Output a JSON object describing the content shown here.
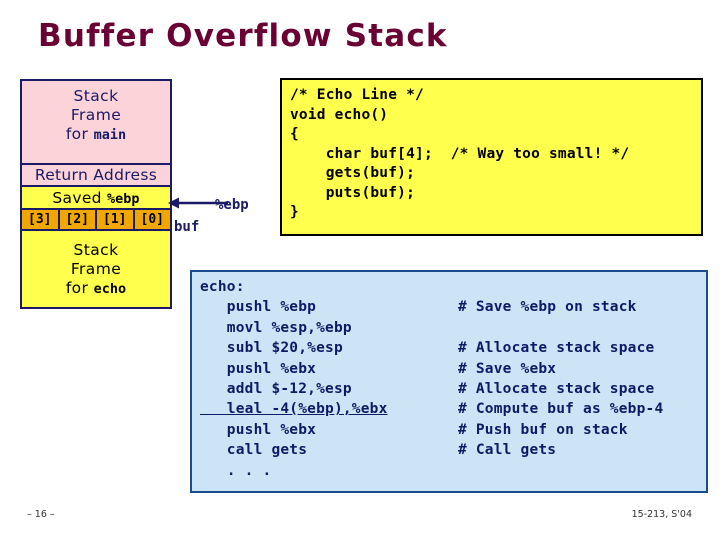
{
  "slide": {
    "title": "Buffer Overflow Stack",
    "title_color": "#6b0033",
    "footer_left": "– 16 –",
    "footer_right": "15-213, S'04"
  },
  "stack_diagram": {
    "frame_main": {
      "line1": "Stack",
      "line2": "Frame",
      "line3_prefix": "for ",
      "line3_mono": "main",
      "background": "#fbd3d8",
      "text_color": "#1a1a66"
    },
    "return_address": {
      "label": "Return Address",
      "background": "#fbd3d8",
      "text_color": "#1a1a66"
    },
    "saved_ebp": {
      "label_prefix": "Saved ",
      "label_mono": "%ebp",
      "background": "#ffff4d",
      "text_color": "#000000"
    },
    "buf_bytes": {
      "cells": [
        "[3]",
        "[2]",
        "[1]",
        "[0]"
      ],
      "background": "#f0a800",
      "text_color": "#000000"
    },
    "frame_echo": {
      "line1": "Stack",
      "line2": "Frame",
      "line3_prefix": "for ",
      "line3_mono": "echo",
      "background": "#ffff4d",
      "text_color": "#000000"
    },
    "border_color": "#1a1a66"
  },
  "annotations": {
    "ebp_label": "%ebp",
    "buf_label": "buf",
    "arrow_color": "#1a1a66"
  },
  "c_code": {
    "background": "#ffff4d",
    "border_color": "#000000",
    "text_color": "#000000",
    "text": "/* Echo Line */\nvoid echo()\n{\n    char buf[4];  /* Way too small! */\n    gets(buf);\n    puts(buf);\n}"
  },
  "assembly": {
    "background": "#cce5f6",
    "border_color": "#1a4d8f",
    "text_color": "#0d1a66",
    "lines": [
      {
        "instr": "echo:",
        "comment": "",
        "underline": false
      },
      {
        "instr": "   pushl %ebp",
        "comment": "# Save %ebp on stack",
        "underline": false
      },
      {
        "instr": "   movl %esp,%ebp",
        "comment": "",
        "underline": false
      },
      {
        "instr": "   subl $20,%esp",
        "comment": "# Allocate stack space",
        "underline": false
      },
      {
        "instr": "   pushl %ebx",
        "comment": "# Save %ebx",
        "underline": false
      },
      {
        "instr": "   addl $-12,%esp",
        "comment": "# Allocate stack space",
        "underline": false
      },
      {
        "instr": "   leal -4(%ebp),%ebx",
        "comment": "# Compute buf as %ebp-4",
        "underline": true
      },
      {
        "instr": "   pushl %ebx",
        "comment": "# Push buf on stack",
        "underline": false
      },
      {
        "instr": "   call gets",
        "comment": "# Call gets",
        "underline": false
      },
      {
        "instr": "   . . .",
        "comment": "",
        "underline": false
      }
    ]
  }
}
